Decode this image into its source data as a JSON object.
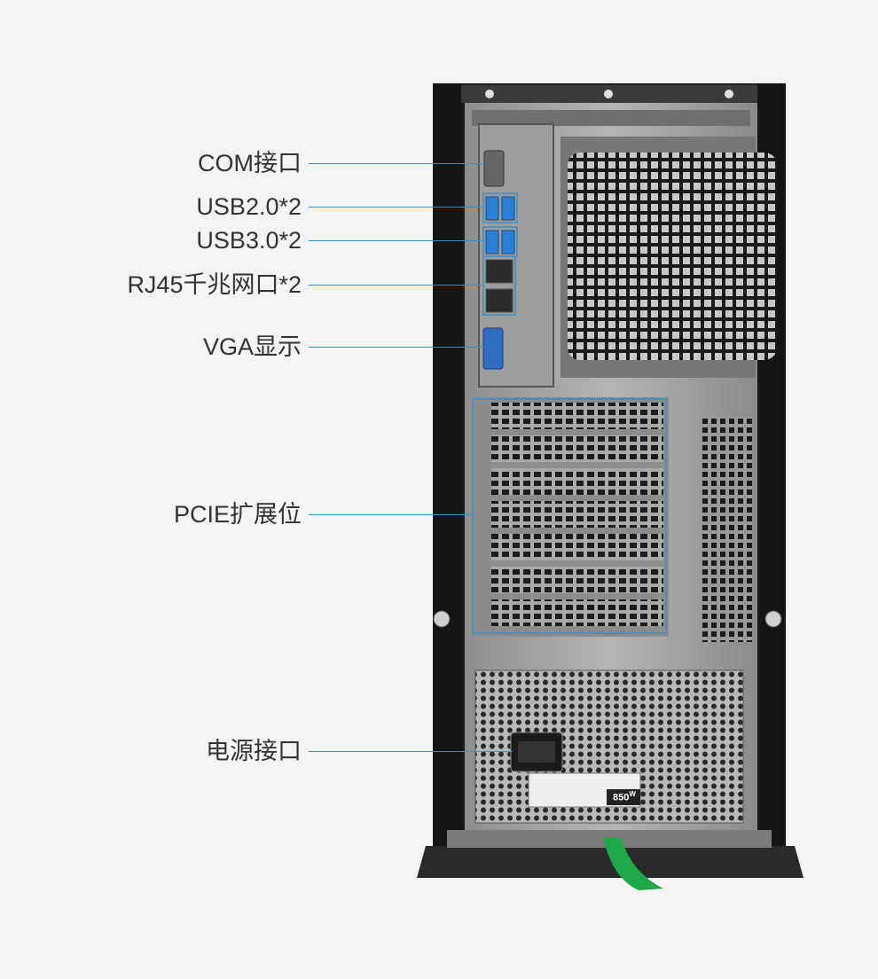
{
  "callouts": {
    "com": "COM接口",
    "usb2": "USB2.0*2",
    "usb3": "USB3.0*2",
    "rj45": "RJ45千兆网口*2",
    "vga": "VGA显示",
    "pcie": "PCIE扩展位",
    "power": "电源接口"
  },
  "psu": {
    "wattage": "850",
    "unit": "W"
  },
  "colors": {
    "accent": "#3a90c9",
    "handle": "#1fa84a",
    "case": "#1e1e1e"
  }
}
